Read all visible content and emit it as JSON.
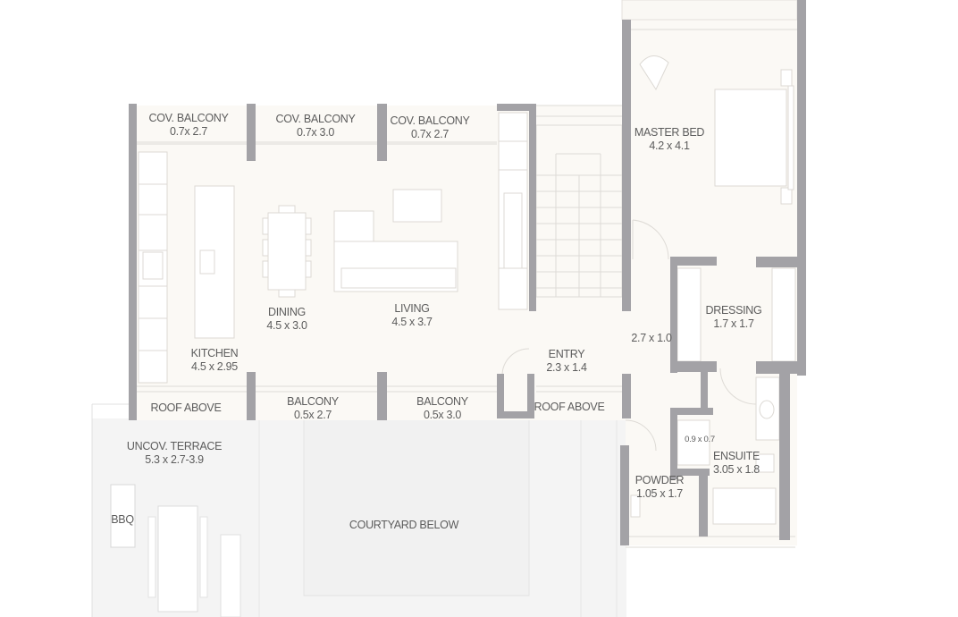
{
  "rooms": {
    "cov_balcony_1": {
      "name": "COV. BALCONY",
      "dim": "0.7x 2.7"
    },
    "cov_balcony_2": {
      "name": "COV. BALCONY",
      "dim": "0.7x 3.0"
    },
    "cov_balcony_3": {
      "name": "COV. BALCONY",
      "dim": "0.7x 2.7"
    },
    "master_bed": {
      "name": "MASTER BED",
      "dim": "4.2 x 4.1"
    },
    "dining": {
      "name": "DINING",
      "dim": "4.5 x 3.0"
    },
    "living": {
      "name": "LIVING",
      "dim": "4.5 x 3.7"
    },
    "dressing": {
      "name": "DRESSING",
      "dim": "1.7 x 1.7"
    },
    "kitchen": {
      "name": "KITCHEN",
      "dim": "4.5 x 2.95"
    },
    "entry": {
      "name": "ENTRY",
      "dim": "2.3 x 1.4"
    },
    "hall": {
      "dim": "2.7 x 1.0"
    },
    "roof_above_left": {
      "name": "ROOF ABOVE"
    },
    "balcony_1": {
      "name": "BALCONY",
      "dim": "0.5x 2.7"
    },
    "balcony_2": {
      "name": "BALCONY",
      "dim": "0.5x 3.0"
    },
    "roof_above_right": {
      "name": "ROOF ABOVE"
    },
    "uncov_terrace": {
      "name": "UNCOV. TERRACE",
      "dim": "5.3 x 2.7-3.9"
    },
    "wir": {
      "dim": "0.9 x 0.7"
    },
    "ensuite": {
      "name": "ENSUITE",
      "dim": "3.05 x 1.8"
    },
    "powder": {
      "name": "POWDER",
      "dim": "1.05 x 1.7"
    },
    "bbq": {
      "name": "BBQ"
    },
    "courtyard": {
      "name": "COURTYARD BELOW"
    }
  },
  "colors": {
    "wall": "#a3a2a6",
    "floor": "#fbf9f5",
    "outdoor": "#f4f4f4",
    "line": "#dedbd6",
    "text": "#5c5c5c"
  }
}
